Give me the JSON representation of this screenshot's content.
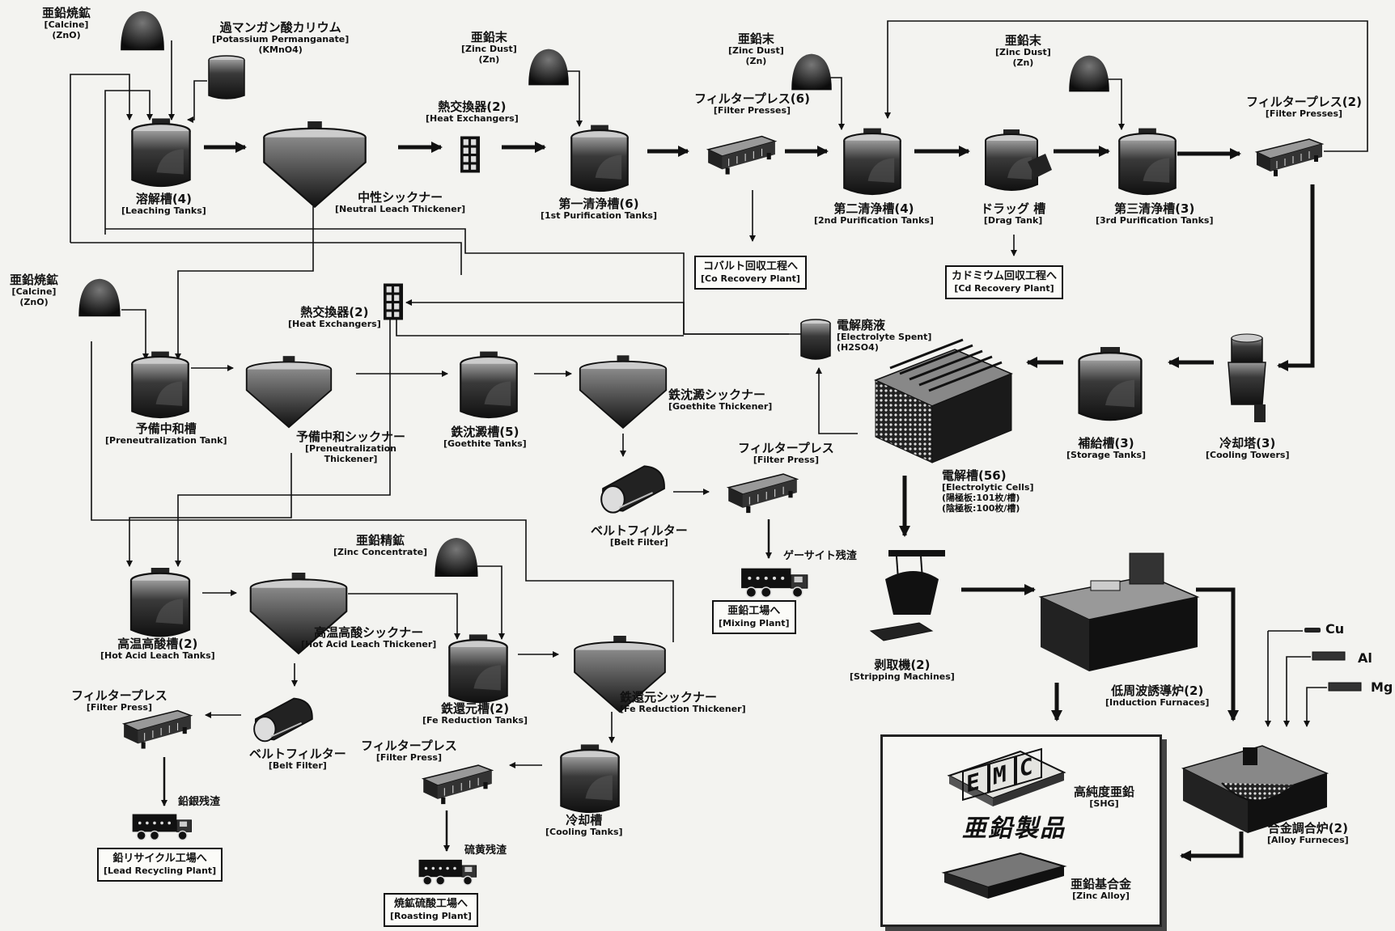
{
  "raw": {
    "calcine_top": {
      "jp": "亜鉛焼鉱",
      "en": "[Calcine]",
      "formula": "(ZnO)"
    },
    "kmno4": {
      "jp": "過マンガン酸カリウム",
      "en": "[Potassium Permanganate]",
      "formula": "(KMnO4)"
    },
    "zinc_dust_1": {
      "jp": "亜鉛末",
      "en": "[Zinc Dust]",
      "formula": "(Zn)"
    },
    "zinc_dust_2": {
      "jp": "亜鉛末",
      "en": "[Zinc Dust]",
      "formula": "(Zn)"
    },
    "zinc_dust_3": {
      "jp": "亜鉛末",
      "en": "[Zinc Dust]",
      "formula": "(Zn)"
    },
    "calcine_mid": {
      "jp": "亜鉛焼鉱",
      "en": "[Calcine]",
      "formula": "(ZnO)"
    },
    "zinc_conc": {
      "jp": "亜鉛精鉱",
      "en": "[Zinc Concentrate]"
    },
    "spent": {
      "jp": "電解廃液",
      "en": "[Electrolyte Spent]",
      "formula": "(H2SO4)"
    }
  },
  "units": {
    "leaching": {
      "jp": "溶解槽(4)",
      "en": "[Leaching Tanks]"
    },
    "neutral_thickener": {
      "jp": "中性シックナー",
      "en": "[Neutral Leach Thickener]"
    },
    "heat_ex_1": {
      "jp": "熱交換器(2)",
      "en": "[Heat Exchangers]"
    },
    "purif1": {
      "jp": "第一清浄槽(6)",
      "en": "[1st Purification Tanks]"
    },
    "filter_6": {
      "jp": "フィルタープレス(6)",
      "en": "[Filter Presses]"
    },
    "purif2": {
      "jp": "第二清浄槽(4)",
      "en": "[2nd Purification Tanks]"
    },
    "drag": {
      "jp": "ドラッグ 槽",
      "en": "[Drag Tank]"
    },
    "purif3": {
      "jp": "第三清浄槽(3)",
      "en": "[3rd Purification Tanks]"
    },
    "filter_2": {
      "jp": "フィルタープレス(2)",
      "en": "[Filter Presses]"
    },
    "heat_ex_2": {
      "jp": "熱交換器(2)",
      "en": "[Heat Exchangers]"
    },
    "preneut_tank": {
      "jp": "予備中和槽",
      "en": "[Preneutralization Tank]"
    },
    "preneut_thick": {
      "jp": "予備中和シックナー",
      "en": "[Preneutralization",
      "en2": "Thickener]"
    },
    "goethite_tanks": {
      "jp": "鉄沈澱槽(5)",
      "en": "[Goethite Tanks]"
    },
    "goethite_thick": {
      "jp": "鉄沈澱シックナー",
      "en": "[Goethite Thickener]"
    },
    "belt_filter_1": {
      "jp": "ベルトフィルター",
      "en": "[Belt Filter]"
    },
    "filter_press_g": {
      "jp": "フィルタープレス",
      "en": "[Filter Press]"
    },
    "cells": {
      "jp": "電解槽(56)",
      "en": "[Electrolytic Cells]",
      "note1": "(陽極板:101枚/槽)",
      "note2": "(陰極板:100枚/槽)"
    },
    "storage": {
      "jp": "補給槽(3)",
      "en": "[Storage Tanks]"
    },
    "cooling_towers": {
      "jp": "冷却塔(3)",
      "en": "[Cooling Towers]"
    },
    "hot_acid": {
      "jp": "高温高酸槽(2)",
      "en": "[Hot Acid Leach Tanks]"
    },
    "hot_acid_thick": {
      "jp": "高温高酸シックナー",
      "en": "[Hot Acid Leach Thickener]"
    },
    "fe_red": {
      "jp": "鉄還元槽(2)",
      "en": "[Fe Reduction Tanks]"
    },
    "fe_red_thick": {
      "jp": "鉄還元シックナー",
      "en": "[Fe Reduction Thickener]"
    },
    "filter_press_l": {
      "jp": "フィルタープレス",
      "en": "[Filter Press]"
    },
    "belt_filter_2": {
      "jp": "ベルトフィルター",
      "en": "[Belt Filter]"
    },
    "filter_press_c": {
      "jp": "フィルタープレス",
      "en": "[Filter Press]"
    },
    "cooling_tanks": {
      "jp": "冷却槽",
      "en": "[Cooling Tanks]"
    },
    "stripping": {
      "jp": "剥取機(2)",
      "en": "[Stripping Machines]"
    },
    "induction": {
      "jp": "低周波誘導炉(2)",
      "en": "[Induction Furnaces]"
    },
    "alloy": {
      "jp": "合金調合炉(2)",
      "en": "[Alloy Furneces]"
    }
  },
  "residues": {
    "goethite": "ゲーサイト残渣",
    "lead_silver": "鉛銀残渣",
    "sulfur": "硫黄残渣"
  },
  "destinations": {
    "co": {
      "jp": "コバルト回収工程へ",
      "en": "[Co Recovery Plant]"
    },
    "cd": {
      "jp": "カドミウム回収工程へ",
      "en": "[Cd Recovery Plant]"
    },
    "mixing": {
      "jp": "亜鉛工場へ",
      "en": "[Mixing Plant]"
    },
    "lead": {
      "jp": "鉛リサイクル工場へ",
      "en": "[Lead Recycling Plant]"
    },
    "roasting": {
      "jp": "焼鉱硫酸工場へ",
      "en": "[Roasting Plant]"
    }
  },
  "alloying": {
    "cu": "Cu",
    "al": "Al",
    "mg": "Mg"
  },
  "products": {
    "title": "亜鉛製品",
    "emc": [
      "E",
      "M",
      "C"
    ],
    "shg": {
      "jp": "高純度亜鉛",
      "en": "[SHG]"
    },
    "alloy": {
      "jp": "亜鉛基合金",
      "en": "[Zinc Alloy]"
    }
  }
}
